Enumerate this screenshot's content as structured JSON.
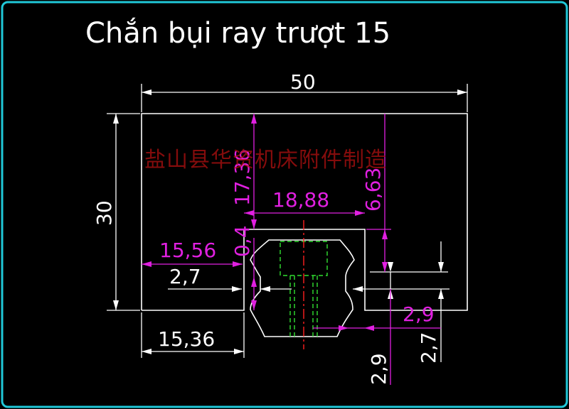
{
  "title": "Chắn bụi ray trượt 15",
  "watermark": "盐山县华资机床附件制造",
  "colors": {
    "background": "#000000",
    "border": "#20c8d8",
    "outline": "#ffffff",
    "dimension_white": "#ffffff",
    "dimension_magenta": "#e020e0",
    "hidden_lines": "#30e030",
    "centerline": "#ff2020"
  },
  "dimensions": {
    "overall_width": "50",
    "overall_height": "30",
    "left_offset": "15,36",
    "slot_left": "15,56",
    "step_left": "2,7",
    "top_height": "17,36",
    "slot_width": "18,88",
    "right_height": "6,63",
    "small_offset": "0,4",
    "lip_right": "2,9",
    "lower_gap": "2,9",
    "right_gap": "2,7"
  }
}
